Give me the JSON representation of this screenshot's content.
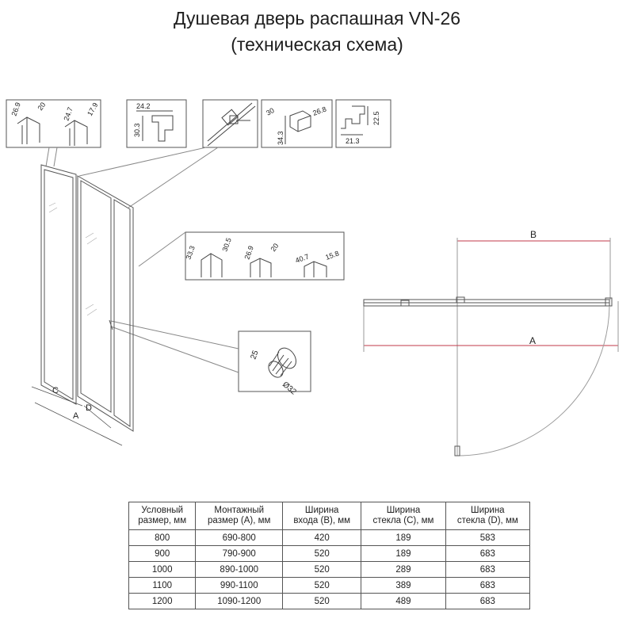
{
  "title": {
    "line1": "Душевая дверь распашная VN-26",
    "line2": "(техническая схема)"
  },
  "profile_callouts": {
    "box1": [
      "26.9",
      "20",
      "24.7",
      "17.9"
    ],
    "box2": [
      "24.2",
      "30.3"
    ],
    "box4": [
      "30",
      "26.8",
      "34.3"
    ],
    "box5": [
      "22.5",
      "21.3"
    ],
    "box_middle": [
      "33.3",
      "30.5",
      "26.9",
      "20",
      "40.7",
      "15.8"
    ],
    "knob": {
      "length": "25",
      "diameter": "Ø32"
    }
  },
  "door_view": {
    "label_c": "C",
    "label_d": "D",
    "label_a": "A"
  },
  "plan_view": {
    "label_b": "B",
    "label_a": "A"
  },
  "spec_table": {
    "headers": [
      [
        "Условный",
        "размер, мм"
      ],
      [
        "Монтажный",
        "размер (А), мм"
      ],
      [
        "Ширина",
        "входа (В), мм"
      ],
      [
        "Ширина",
        "стекла (C), мм"
      ],
      [
        "Ширина",
        "стекла (D), мм"
      ]
    ],
    "rows": [
      [
        "800",
        "690-800",
        "420",
        "189",
        "583"
      ],
      [
        "900",
        "790-900",
        "520",
        "189",
        "683"
      ],
      [
        "1000",
        "890-1000",
        "520",
        "289",
        "683"
      ],
      [
        "1100",
        "990-1100",
        "520",
        "389",
        "683"
      ],
      [
        "1200",
        "1090-1200",
        "520",
        "489",
        "683"
      ]
    ]
  },
  "colors": {
    "line": "#555555",
    "dimension": "#c0394a",
    "guide": "#9a9a9a"
  }
}
